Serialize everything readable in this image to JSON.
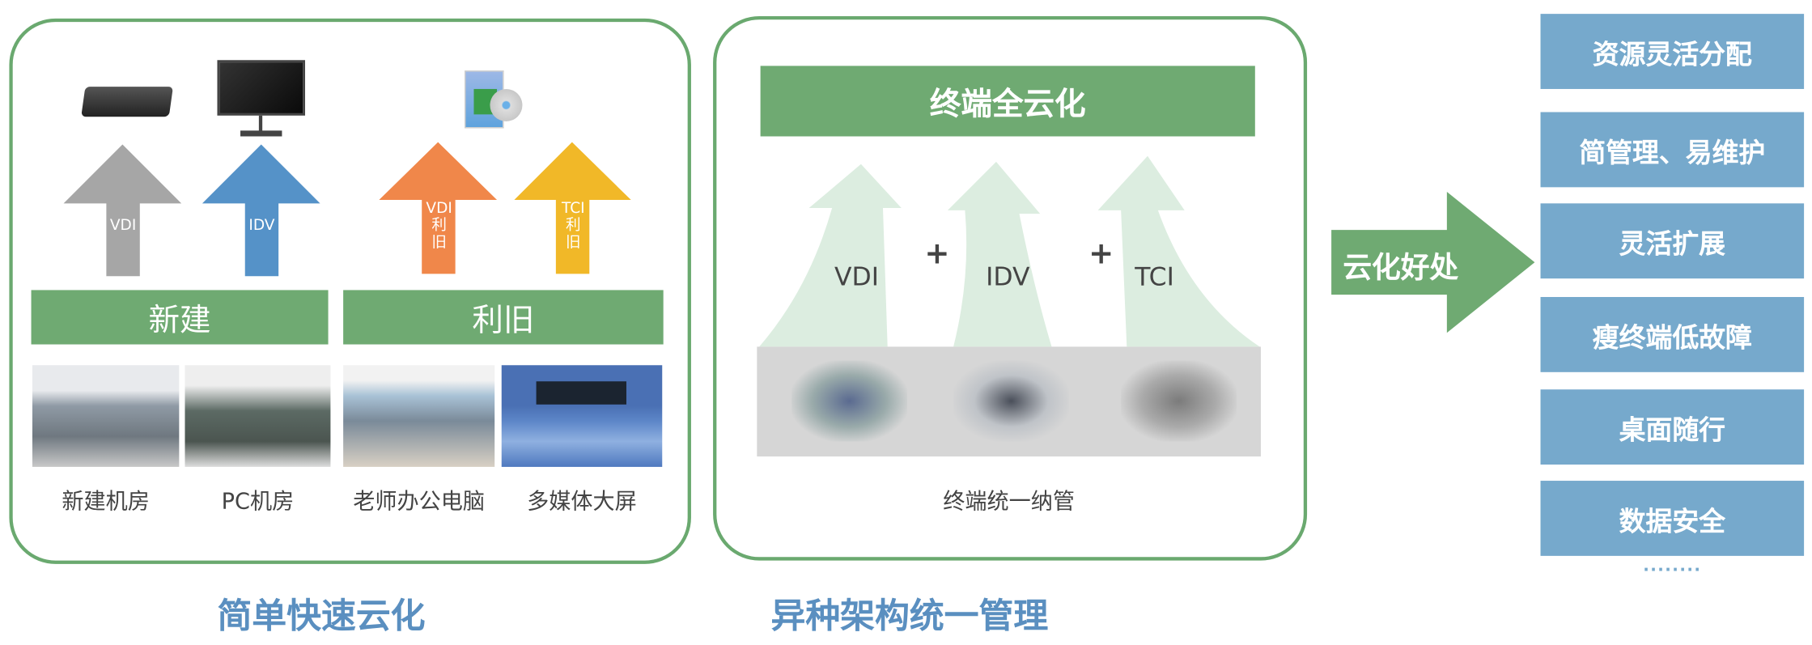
{
  "left_panel": {
    "title": "简单快速云化",
    "arrows": [
      {
        "label": "VDI",
        "color": "#a6a6a6"
      },
      {
        "label": "IDV",
        "color": "#5592c8"
      },
      {
        "label": "VDI\n利\n旧",
        "line1": "VDI",
        "line2": "利",
        "line3": "旧",
        "color": "#f0874a"
      },
      {
        "label": "TCI\n利\n旧",
        "line1": "TCI",
        "line2": "利",
        "line3": "旧",
        "color": "#f1b828"
      }
    ],
    "bars": [
      "新建",
      "利旧"
    ],
    "photos": [
      "新建机房",
      "PC机房",
      "老师办公电脑",
      "多媒体大屏"
    ]
  },
  "middle_panel": {
    "title": "异种架构统一管理",
    "header": "终端全云化",
    "arrows": [
      "VDI",
      "IDV",
      "TCI"
    ],
    "plus": "+",
    "caption": "终端统一纳管"
  },
  "benefit_arrow": "云化好处",
  "benefits": [
    "资源灵活分配",
    "简管理、易维护",
    "灵活扩展",
    "瘦终端低故障",
    "桌面随行",
    "数据安全"
  ],
  "more": "........",
  "colors": {
    "green": "#6faa72",
    "blue": "#76a9cc",
    "title_blue": "#5a8fc0",
    "light_green": "#dcede0"
  }
}
